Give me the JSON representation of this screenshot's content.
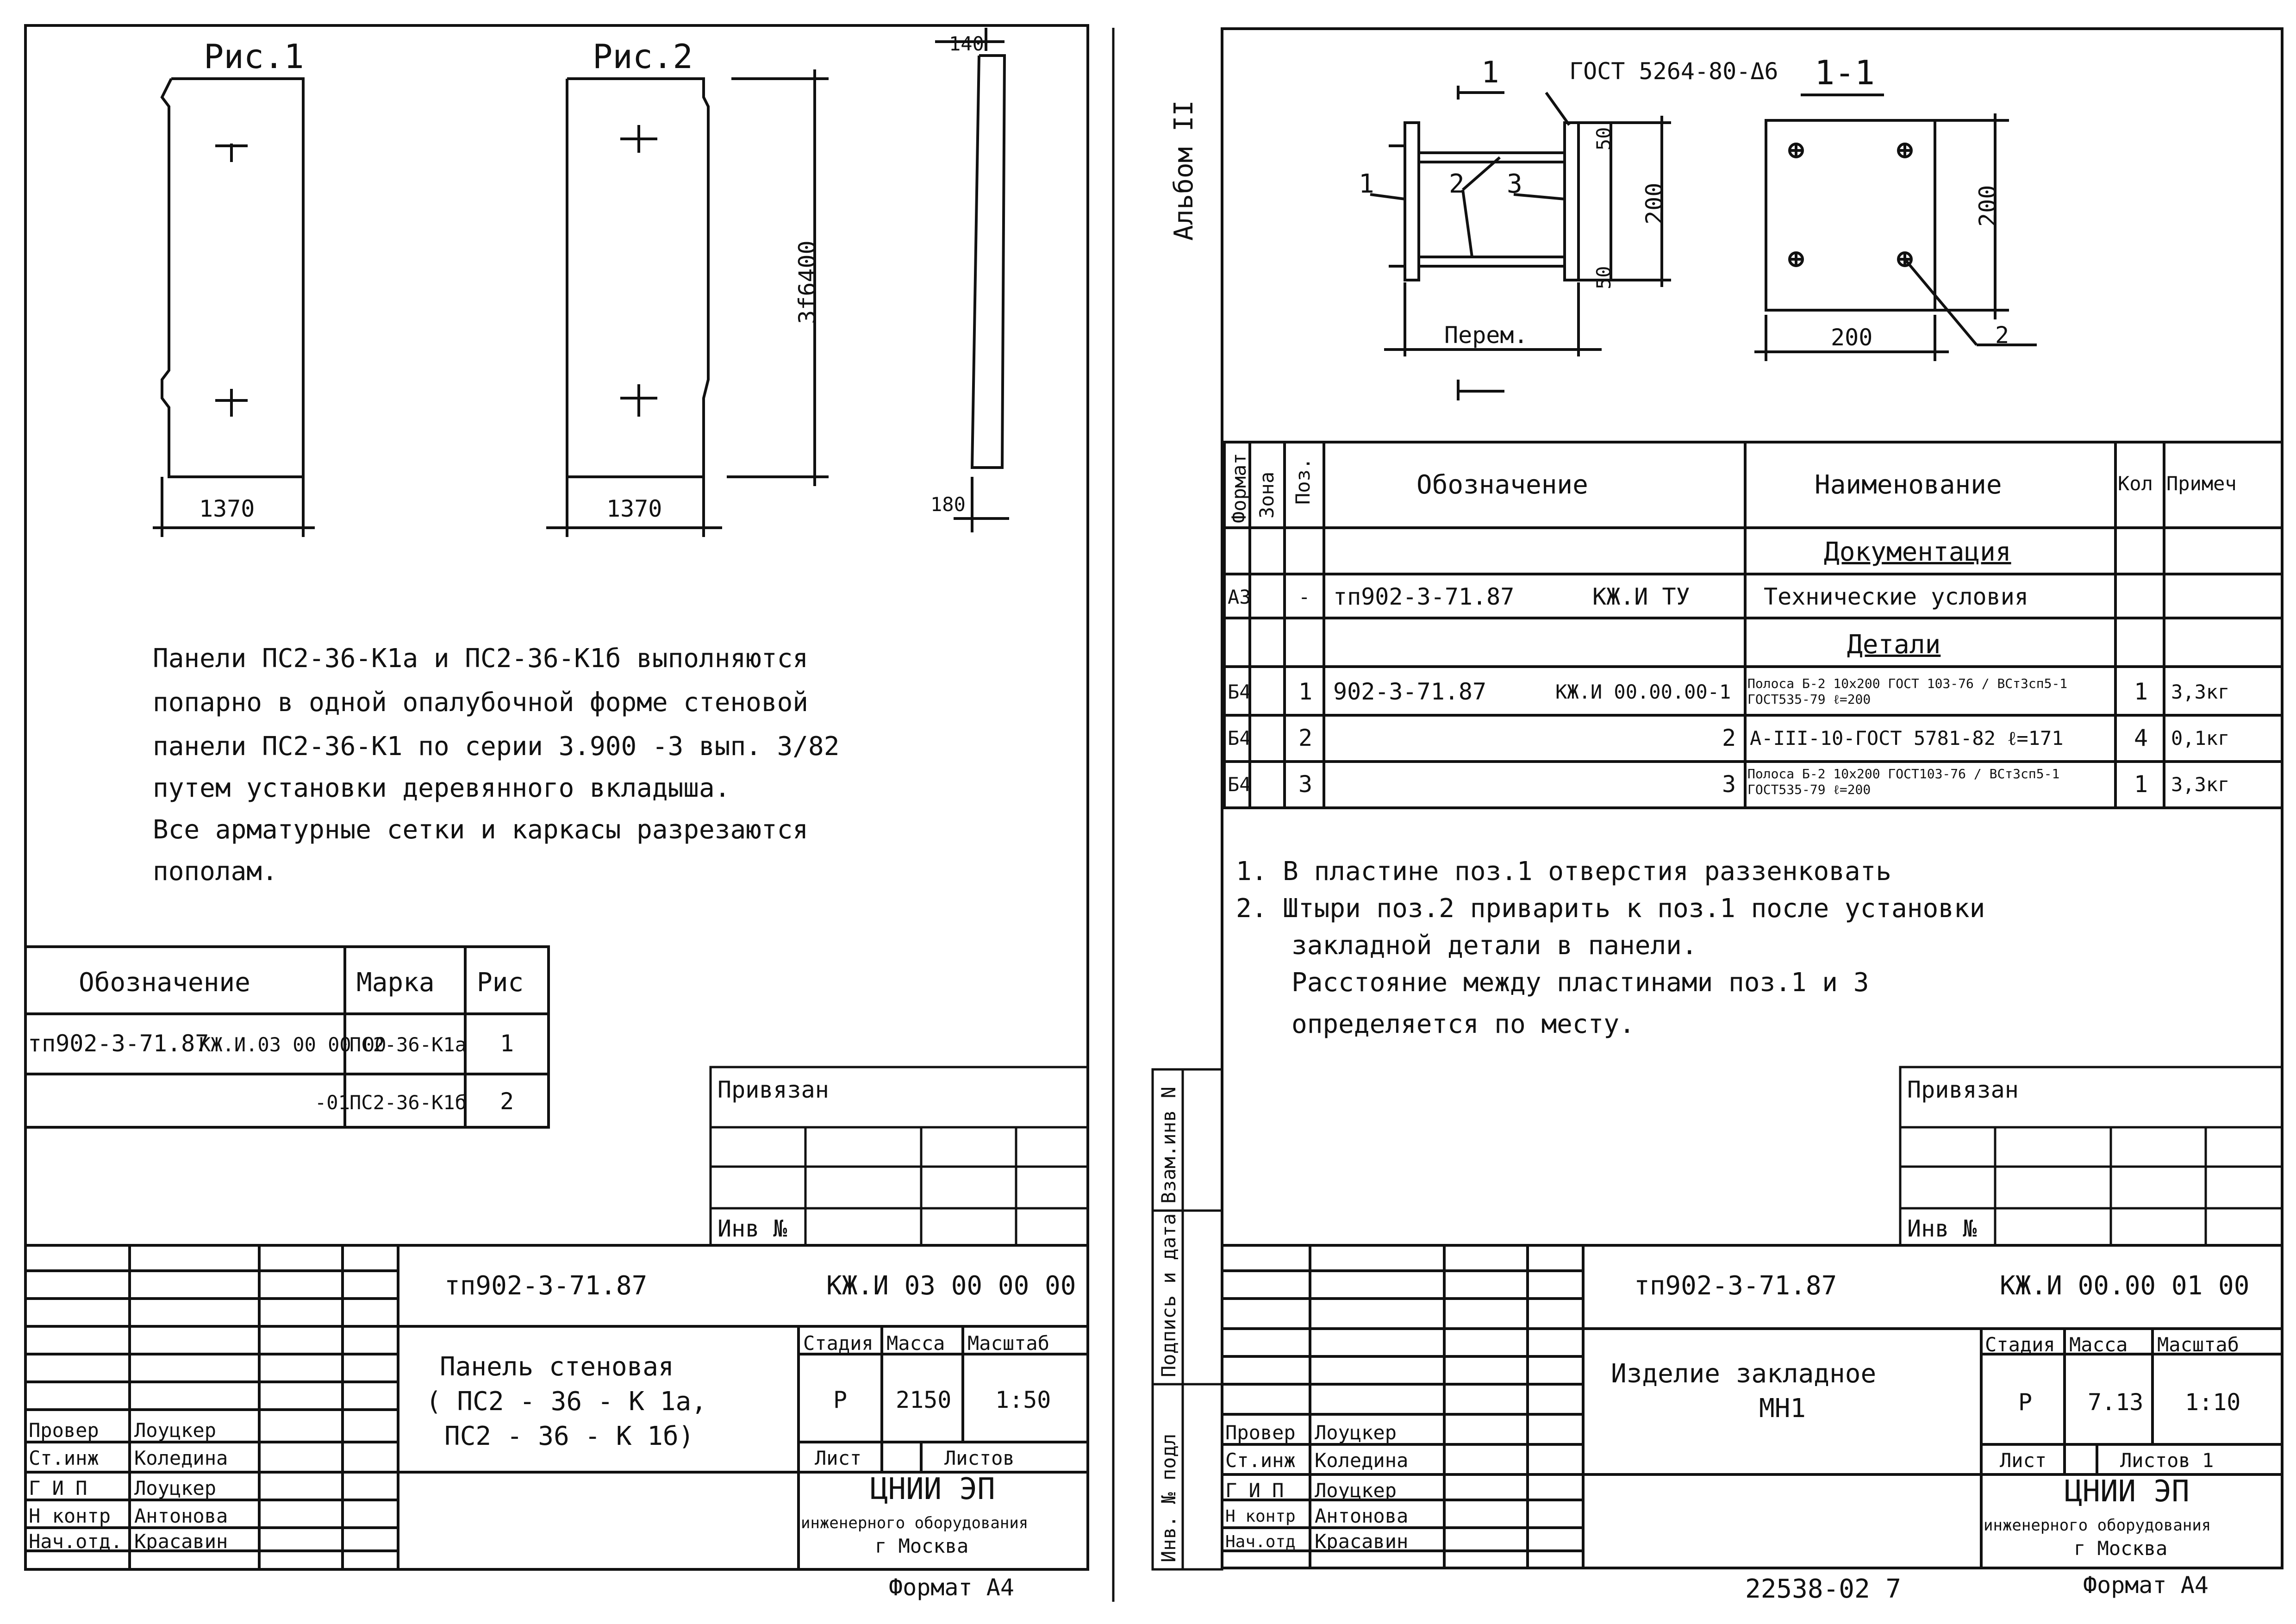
{
  "left": {
    "fig1_label": "Рис.1",
    "fig2_label": "Рис.2",
    "dim_width1": "1370",
    "dim_width2": "1370",
    "dim_height": "3f6400",
    "dim_top": "140",
    "dim_bottom": "180",
    "note_lines": [
      "Панели ПС2-36-К1а и ПС2-36-К1б выполняются",
      "попарно в одной опалубочной форме стеновой",
      "панели ПС2-36-К1 по серии 3.900 -3 вып. 3/82",
      "путем установки деревянного вкладыша.",
      "Все арматурные сетки и каркасы разрезаются",
      "пополам."
    ],
    "mark_table": {
      "headers": [
        "Обозначение",
        "Марка",
        "Рис"
      ],
      "rows": [
        {
          "code": "тп902-3-71.87",
          "ref": "КЖ.И.03 00 00 00",
          "mark": "ПС2-36-К1а",
          "fig": "1"
        },
        {
          "code": "",
          "ref": "-01",
          "mark": "ПС2-36-К1б",
          "fig": "2"
        }
      ]
    },
    "privyazan": "Привязан",
    "inv": "Инв №",
    "stamp": {
      "doc_code": "тп902-3-71.87",
      "doc_ref": "КЖ.И  03 00 00 00",
      "title_lines": [
        "Панель стеновая",
        "( ПС2 - 36 - К 1а,",
        "ПС2 - 36 - К 1б)"
      ],
      "stage_header": "Стадия",
      "mass_header": "Масса",
      "scale_header": "Масштаб",
      "stage": "Р",
      "mass": "2150",
      "scale": "1:50",
      "sheet": "Лист",
      "sheets": "Листов",
      "org_lines": [
        "ЦНИИ ЭП",
        "инженерного оборудования",
        "г Москва"
      ],
      "people": [
        {
          "role": "Провер",
          "name": "Лоуцкер"
        },
        {
          "role": "Ст.инж",
          "name": "Коледина"
        },
        {
          "role": "Г И П",
          "name": "Лоуцкер"
        },
        {
          "role": "Н контр",
          "name": "Антонова"
        },
        {
          "role": "Нач.отд.",
          "name": "Красавин"
        }
      ]
    },
    "format": "Формат А4"
  },
  "right": {
    "album": "Альбом II",
    "gost_label": "ГОСТ 5264-80-Δ6",
    "section_label": "1-1",
    "cut_label": "1",
    "parts_labels": [
      "1",
      "2",
      "3"
    ],
    "dim_50a": "50",
    "dim_50b": "50",
    "dim_200_side": "200",
    "dim_perem": "Перем.",
    "dim_200_plate_h": "200",
    "dim_200_plate_w": "200",
    "pos_2_label": "2",
    "side_stamp": [
      "Взам.инв N",
      "Подпись и дата",
      "Инв. № подл"
    ],
    "spec": {
      "headers": [
        "Формат",
        "Зона",
        "Поз.",
        "Обозначение",
        "Наименование",
        "Кол",
        "Примеч"
      ],
      "section_doc": "Документация",
      "section_parts": "Детали",
      "rows": [
        {
          "format": "А3",
          "zone": "",
          "pos": "-",
          "code": "тп902-3-71.87",
          "ref": "КЖ.И  ТУ",
          "name": "Технические условия",
          "qty": "",
          "note": ""
        },
        {
          "format": "Б4",
          "zone": "",
          "pos": "1",
          "code": "902-3-71.87",
          "ref": "КЖ.И 00.00.00-1",
          "name": "Полоса Б-2 10х200 ГОСТ 103-76 / ВСт3сп5-1 ГОСТ535-79 ℓ=200",
          "qty": "1",
          "note": "3,3кг"
        },
        {
          "format": "Б4",
          "zone": "",
          "pos": "2",
          "code": "",
          "ref": "2",
          "name": "А-III-10-ГОСТ 5781-82 ℓ=171",
          "qty": "4",
          "note": "0,1кг"
        },
        {
          "format": "Б4",
          "zone": "",
          "pos": "3",
          "code": "",
          "ref": "3",
          "name": "Полоса Б-2 10х200 ГОСТ103-76 / ВСт3сп5-1 ГОСТ535-79 ℓ=200",
          "qty": "1",
          "note": "3,3кг"
        }
      ]
    },
    "notes": [
      "1. В пластине поз.1 отверстия раззенковать",
      "2. Штыри поз.2 приварить к поз.1 после установки",
      "закладной детали в панели.",
      "Расстояние между пластинами поз.1 и 3",
      "определяется по месту."
    ],
    "privyazan": "Привязан",
    "inv": "Инв №",
    "stamp": {
      "doc_code": "тп902-3-71.87",
      "doc_ref": "КЖ.И  00.00 01 00",
      "title_lines": [
        "Изделие закладное",
        "МН1"
      ],
      "stage_header": "Стадия",
      "mass_header": "Масса",
      "scale_header": "Масштаб",
      "stage": "Р",
      "mass": "7.13",
      "scale": "1:10",
      "sheet": "Лист",
      "sheets": "Листов 1",
      "org_lines": [
        "ЦНИИ ЭП",
        "инженерного оборудования",
        "г Москва"
      ],
      "people": [
        {
          "role": "Провер",
          "name": "Лоуцкер"
        },
        {
          "role": "Ст.инж",
          "name": "Коледина"
        },
        {
          "role": "Г И П",
          "name": "Лоуцкер"
        },
        {
          "role": "Н контр",
          "name": "Антонова"
        },
        {
          "role": "Нач.отд",
          "name": "Красавин"
        }
      ]
    },
    "footer_number": "22538-02  7",
    "format": "Формат А4"
  }
}
